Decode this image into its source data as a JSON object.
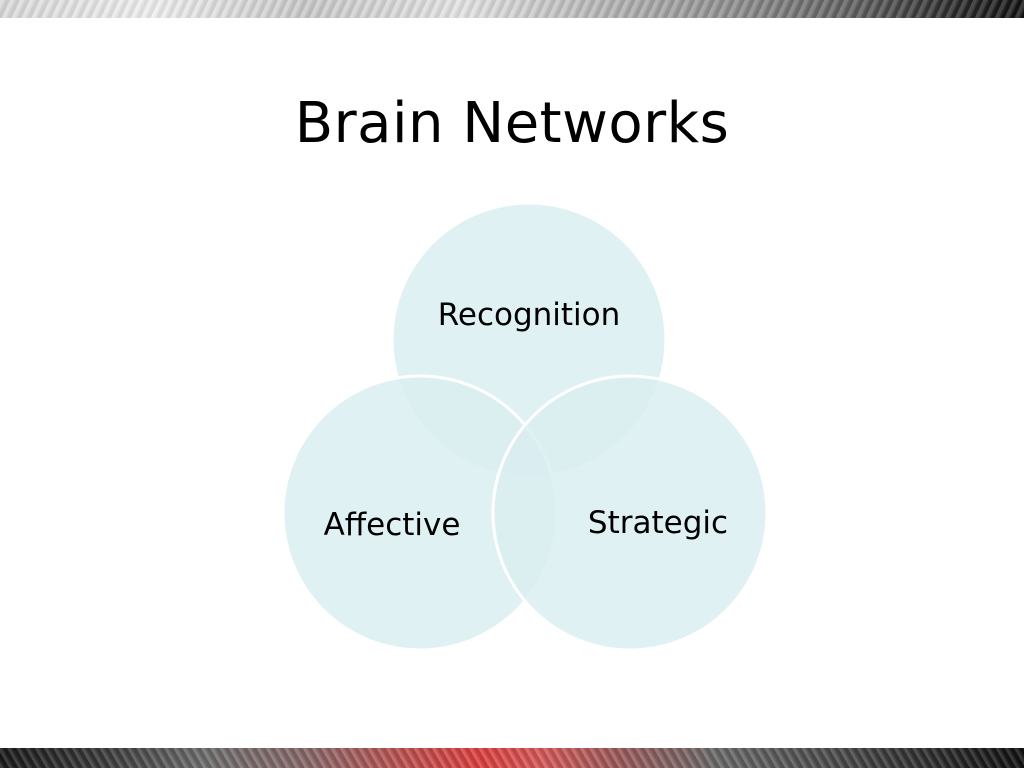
{
  "slide": {
    "title": "Brain Networks"
  },
  "diagram": {
    "type": "venn",
    "fill_color": "#d9eef0",
    "overlap_color": "#c6e2e6",
    "outline_color": "#ffffff",
    "circles": [
      {
        "label": "Recognition"
      },
      {
        "label": "Affective"
      },
      {
        "label": "Strategic"
      }
    ]
  }
}
